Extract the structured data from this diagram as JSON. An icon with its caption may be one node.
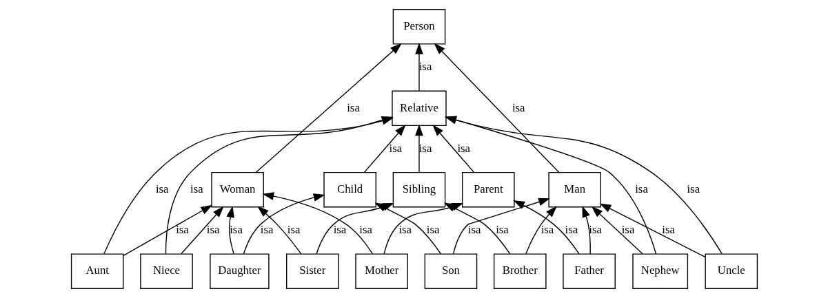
{
  "diagram": {
    "nodes": [
      {
        "text": [
          "Person"
        ]
      },
      {
        "text": [
          "Woman"
        ]
      },
      {
        "text": [
          "Relative"
        ]
      },
      {
        "text": [
          "Man"
        ]
      },
      {
        "text": [
          "Aunt"
        ]
      },
      {
        "text": [
          "Niece"
        ]
      },
      {
        "text": [
          "Child"
        ]
      },
      {
        "text": [
          "Sibling"
        ]
      },
      {
        "text": [
          "Parent"
        ]
      },
      {
        "text": [
          "Nephew"
        ]
      },
      {
        "text": [
          "Uncle"
        ]
      },
      {
        "text": [
          "Daughter"
        ]
      },
      {
        "text": [
          "Sister"
        ]
      },
      {
        "text": [
          "Mother"
        ]
      },
      {
        "text": [
          "Son"
        ]
      },
      {
        "text": [
          "Brother"
        ]
      },
      {
        "text": [
          "Father"
        ]
      }
    ],
    "edges": [
      {
        "from": 1,
        "to": 0,
        "arrow": "to",
        "label": "isa"
      },
      {
        "from": 2,
        "to": 0,
        "arrow": "to",
        "label": "isa"
      },
      {
        "from": 3,
        "to": 0,
        "arrow": "to",
        "label": "isa"
      },
      {
        "from": 4,
        "to": 1,
        "arrow": "to",
        "label": "isa"
      },
      {
        "from": 5,
        "to": 1,
        "arrow": "to",
        "label": "isa"
      },
      {
        "from": 11,
        "to": 1,
        "arrow": "to",
        "label": "isa"
      },
      {
        "from": 12,
        "to": 1,
        "arrow": "to",
        "label": "isa"
      },
      {
        "from": 13,
        "to": 1,
        "arrow": "to",
        "label": "isa"
      },
      {
        "from": 4,
        "to": 2,
        "arrow": "to",
        "label": "isa"
      },
      {
        "from": 5,
        "to": 2,
        "arrow": "to",
        "label": "isa"
      },
      {
        "from": 6,
        "to": 2,
        "arrow": "to",
        "label": "isa"
      },
      {
        "from": 7,
        "to": 2,
        "arrow": "to",
        "label": "isa"
      },
      {
        "from": 8,
        "to": 2,
        "arrow": "to",
        "label": "isa"
      },
      {
        "from": 9,
        "to": 2,
        "arrow": "to",
        "label": "isa"
      },
      {
        "from": 10,
        "to": 2,
        "arrow": "to",
        "label": "isa"
      },
      {
        "from": 9,
        "to": 3,
        "arrow": "to",
        "label": "isa"
      },
      {
        "from": 10,
        "to": 3,
        "arrow": "to",
        "label": "isa"
      },
      {
        "from": 14,
        "to": 3,
        "arrow": "to",
        "label": "isa"
      },
      {
        "from": 15,
        "to": 3,
        "arrow": "to",
        "label": "isa"
      },
      {
        "from": 16,
        "to": 3,
        "arrow": "to",
        "label": "isa"
      },
      {
        "from": 11,
        "to": 6,
        "arrow": "to",
        "label": "isa"
      },
      {
        "from": 14,
        "to": 6,
        "arrow": "to",
        "label": "isa"
      },
      {
        "from": 12,
        "to": 7,
        "arrow": "to",
        "label": "isa"
      },
      {
        "from": 15,
        "to": 7,
        "arrow": "to",
        "label": "isa"
      },
      {
        "from": 13,
        "to": 8,
        "arrow": "to",
        "label": "isa"
      },
      {
        "from": 16,
        "to": 8,
        "arrow": "to",
        "label": "isa"
      }
    ]
  }
}
